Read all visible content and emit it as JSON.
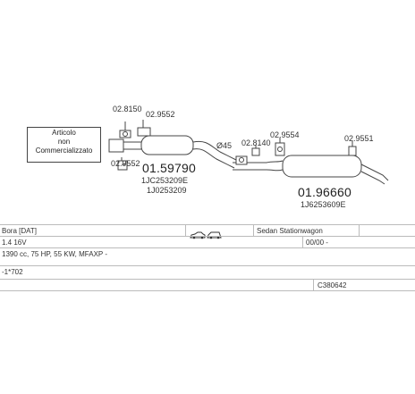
{
  "notice": {
    "line1": "Articolo",
    "line2": "non",
    "line3": "Commercializzato"
  },
  "codes": {
    "c1": "02.8150",
    "c2": "02.9552",
    "c3": "02.9552",
    "c4": "01.59790",
    "c5": "1JC253209E",
    "c6": "1J0253209",
    "c7": "Ø45",
    "c8": "02.8140",
    "c9": "02.9554",
    "c10": "02.9551",
    "c11": "01.96660",
    "c12": "1J6253609E"
  },
  "table": {
    "row1": {
      "model": "Bora [DAT]",
      "body": "Sedan Stationwagon"
    },
    "row2": {
      "engine": "1.4 16V",
      "date": "00/00 -"
    },
    "row3": {
      "spec": "1390 cc, 75 HP, 55 KW, MFAXP -"
    },
    "row4": {
      "note": "-1*702"
    },
    "row5": {
      "ref": "C380642"
    }
  },
  "colors": {
    "line": "#444444",
    "grid": "#bbbbbb"
  }
}
